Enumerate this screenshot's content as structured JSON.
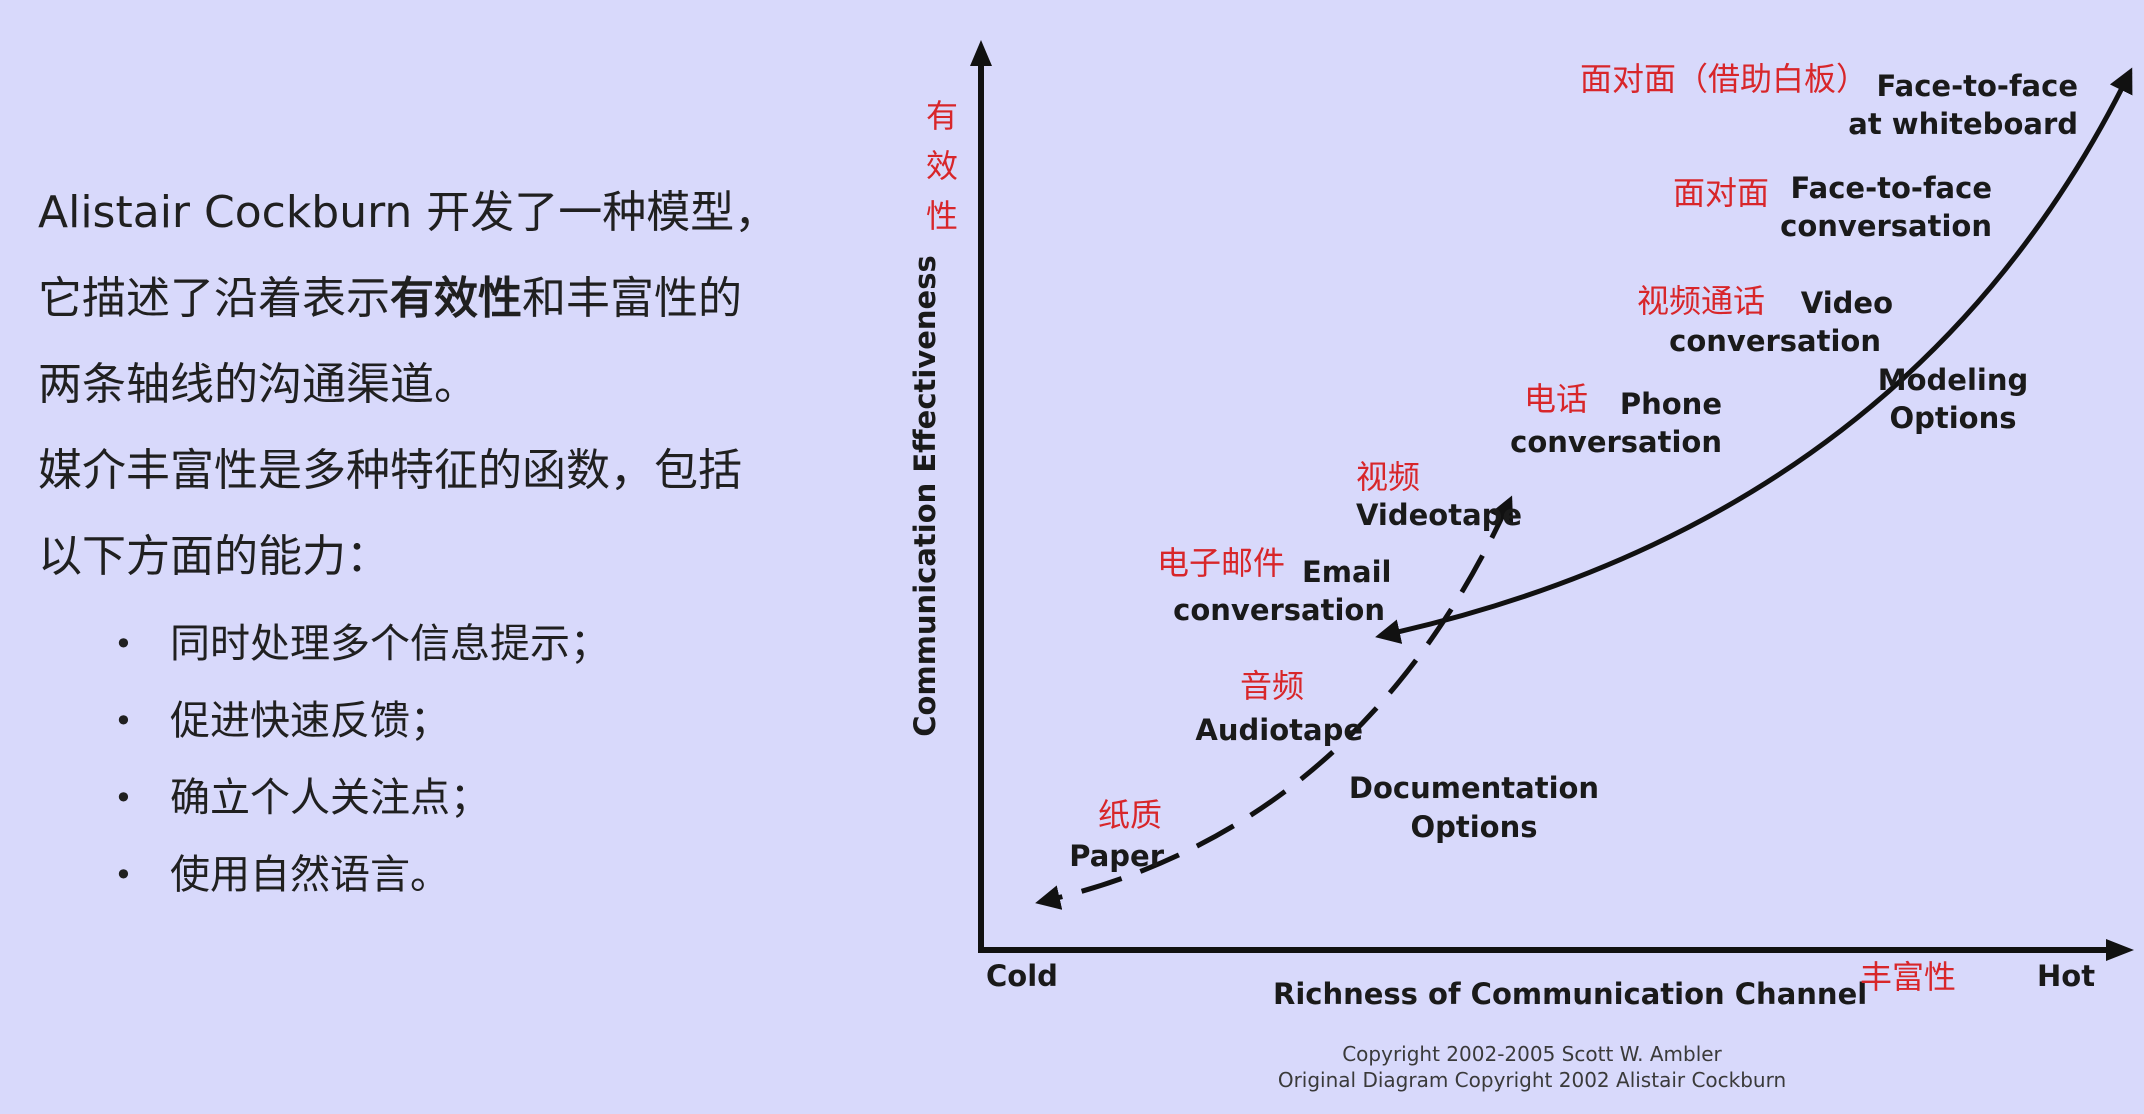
{
  "intro": {
    "line1": "Alistair Cockburn 开发了一种模型，",
    "line2_pre": "它描述了沿着表示",
    "line2_bold": "有效性",
    "line2_post": "和丰富性的",
    "line3": "两条轴线的沟通渠道。",
    "line4": "媒介丰富性是多种特征的函数，包括",
    "line5": "以下方面的能力：",
    "bullet_symbol": "•",
    "bullets": [
      "同时处理多个信息提示；",
      "促进快速反馈；",
      "确立个人关注点；",
      "使用自然语言。"
    ]
  },
  "diagram": {
    "y_axis_cn": [
      "有",
      "效",
      "性"
    ],
    "y_axis_label": "Communication Effectiveness",
    "x_axis_label": "Richness of Communication Channel",
    "x_axis_cn": "丰富性",
    "x_min_label": "Cold",
    "x_max_label": "Hot",
    "face_whiteboard": {
      "cn": "面对面（借助白板）",
      "en1": "Face-to-face",
      "en2": "at whiteboard"
    },
    "face": {
      "cn": "面对面",
      "en1": "Face-to-face",
      "en2": "conversation"
    },
    "video": {
      "cn": "视频通话",
      "en1": "Video",
      "en2": "conversation"
    },
    "modeling": {
      "en1": "Modeling",
      "en2": "Options"
    },
    "phone": {
      "cn": "电话",
      "en1": "Phone",
      "en2": "conversation"
    },
    "videotape": {
      "cn": "视频",
      "en1": "Videotape"
    },
    "email": {
      "cn": "电子邮件",
      "en1": "Email",
      "en2": "conversation"
    },
    "audiotape": {
      "cn": "音频",
      "en1": "Audiotape"
    },
    "documentation": {
      "en1": "Documentation",
      "en2": "Options"
    },
    "paper": {
      "cn": "纸质",
      "en1": "Paper"
    },
    "copyright1": "Copyright 2002-2005 Scott W. Ambler",
    "copyright2": "Original Diagram Copyright 2002 Alistair Cockburn"
  },
  "colors": {
    "background": "#d8d9fb",
    "chinese_label": "#d8262a",
    "english_label": "#1a1a1a"
  }
}
